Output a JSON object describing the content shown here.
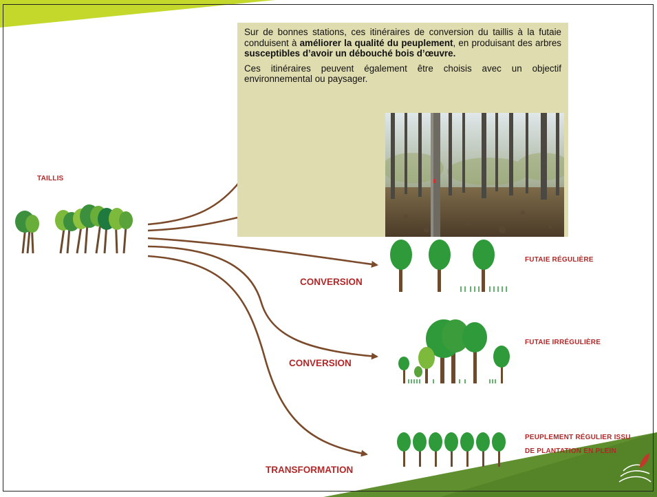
{
  "slide": {
    "taillis_label": "Taillis",
    "textbox": {
      "p1_a": "Sur de bonnes stations, ces itinéraires de conversion du taillis à la futaie conduisent à ",
      "p1_b": "améliorer la qualité du peuplement",
      "p1_c": ", en produisant des arbres ",
      "p1_d": "susceptibles d’avoir un débouché bois d’œuvre.",
      "p2": "Ces itinéraires peuvent également être choisis avec un objectif environnemental ou paysager."
    },
    "arrows": [
      {
        "label": "CONVERSION",
        "target_label": "Futaie Régulière"
      },
      {
        "label": "CONVERSION",
        "target_label": "Futaie Irrégulière"
      },
      {
        "label": "TRANSFORMATION",
        "target_label_line1": "Peuplement Régulier issu",
        "target_label_line2": "de Plantation en plein"
      }
    ]
  },
  "colors": {
    "accent_red": "#b22727",
    "arrow_brown": "#7a4a2a",
    "textbox_bg": "#dfdcb0",
    "corner_green": "#5f8f2f",
    "corner_lime": "#c3d82a",
    "tree_green": "#2e8b3a",
    "tree_trunk": "#6b4a2e"
  },
  "icons": [
    "logo-icon"
  ]
}
